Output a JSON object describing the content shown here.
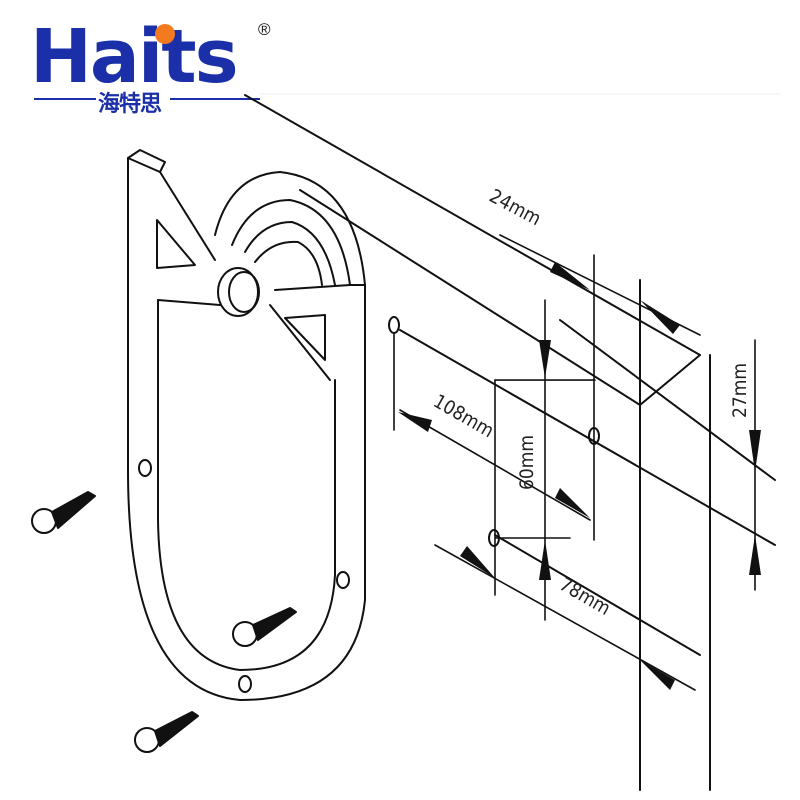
{
  "logo": {
    "brand": "Haits",
    "registered_mark": "®",
    "chinese_name": "海特思",
    "brand_color": "#1a2fa8",
    "accent_color": "#f47a20"
  },
  "diagram": {
    "subject": "Sliding barn door hanger roller with mounting screws and rail dimensions",
    "dimensions": {
      "rail_thickness": "24mm",
      "hole_spacing_horizontal": "108mm",
      "hole_spacing_vertical": "60mm",
      "hole_offset": "78mm",
      "rail_height": "27mm"
    },
    "line_color": "#111111"
  }
}
